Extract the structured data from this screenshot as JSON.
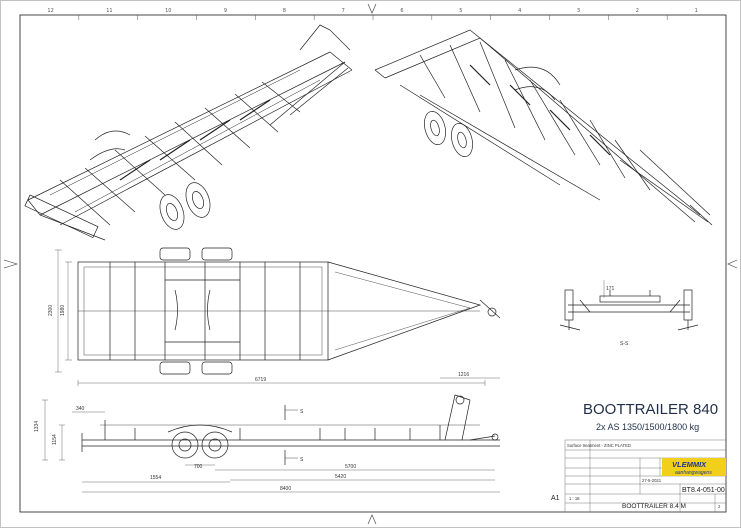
{
  "drawing": {
    "title": "BOOTTRAILER 840",
    "subtitle": "2x AS 1350/1500/1800 kg",
    "section_label": "S-S",
    "section_marker": "S",
    "sheet_size": "A1",
    "scale": "1 : 18",
    "drawing_number": "BT8.4-051-00",
    "part_name": "BOOTTRAILER 8.4 M",
    "sheet_number": "2",
    "surface_treatment": "Surface treatment - ZINC PLATED",
    "revision_date": "27-5-2021"
  },
  "brand": {
    "name": "VLEMMIX",
    "tagline": "aanhangwagens",
    "colors": {
      "band": "#f2cf1a",
      "text": "#1d3a8a"
    }
  },
  "zone_columns_top": [
    "12",
    "11",
    "10",
    "9",
    "8",
    "7",
    "6",
    "5",
    "4",
    "3",
    "2",
    "1"
  ],
  "dimensions": {
    "plan_width": "2300",
    "plan_inner_width": "1980",
    "plan_length": "6719",
    "top_offset": "1216",
    "side_height_total": "1334",
    "side_height_low": "1154",
    "side_height_post": "340",
    "axle_spacing": "700",
    "axle_to_hitch": "5700",
    "rear_offset": "1554",
    "frame_length": "5420",
    "overall_length": "8400",
    "section_height": "171"
  }
}
